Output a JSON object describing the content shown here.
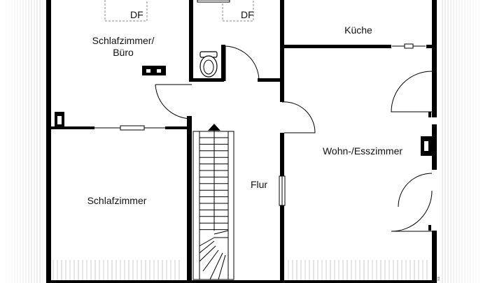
{
  "plan": {
    "rooms": {
      "buero_line1": "Schlafzimmer/",
      "buero_line2": "Büro",
      "kueche": "Küche",
      "flur": "Flur",
      "wohn": "Wohn-/Esszimmer",
      "schlaf": "Schlafzimmer"
    },
    "skylights": [
      "DF",
      "DF"
    ],
    "watermark": "iss"
  },
  "colors": {
    "wall": "#000000",
    "line": "#000000",
    "background": "#ffffff",
    "hatch": "#dddddd"
  }
}
